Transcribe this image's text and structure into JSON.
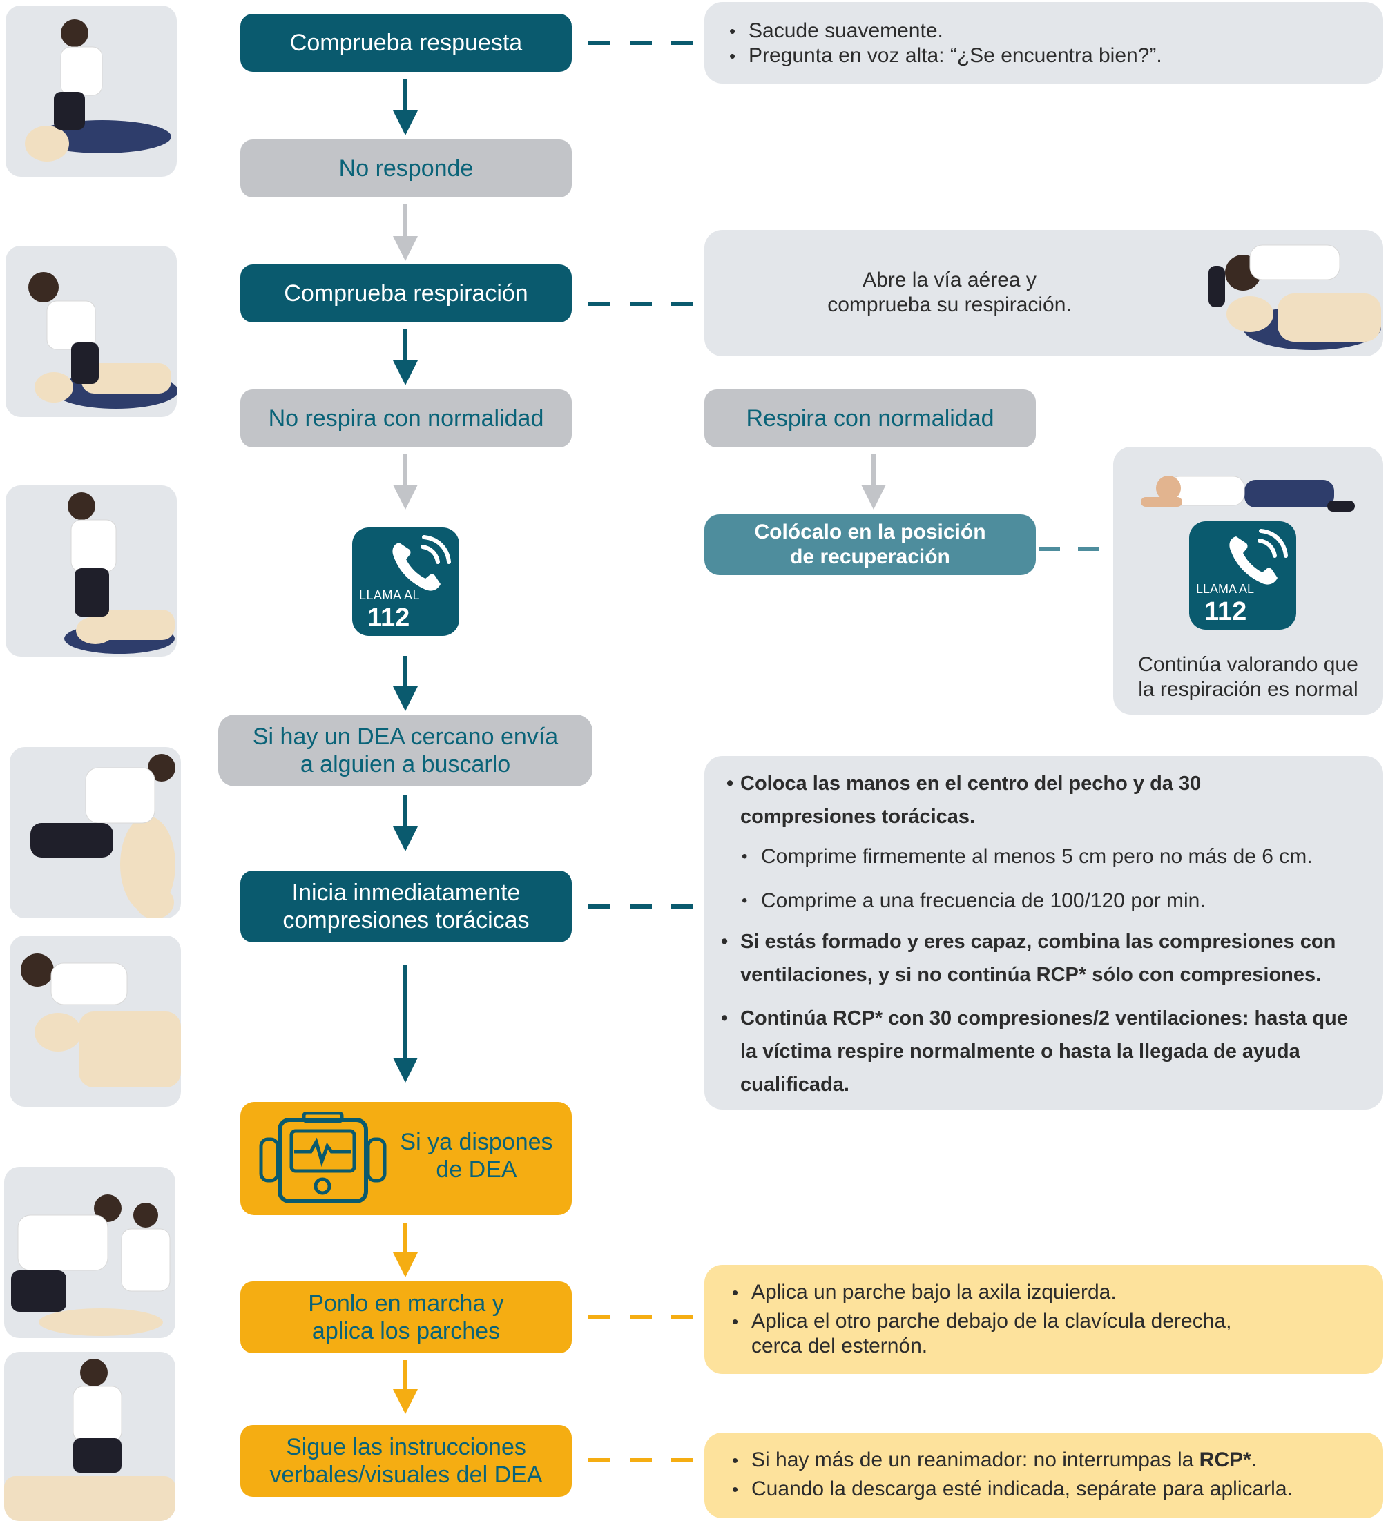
{
  "colors": {
    "teal": "#0a5a6e",
    "teal_mid": "#4e8d9d",
    "grey_box": "#c2c4c8",
    "note_grey": "#e3e6ea",
    "yellow": "#f5ad12",
    "note_yellow": "#fde29c"
  },
  "flow": {
    "check_response": "Comprueba respuesta",
    "no_response": "No responde",
    "check_breathing": "Comprueba respiración",
    "not_breathing_normally": "No respira con normalidad",
    "breathing_normally": "Respira con normalidad",
    "recovery_position": "Colócalo en la posición\nde recuperación",
    "call_label": "LLAMA AL",
    "call_number": "112",
    "send_for_aed": "Si hay un DEA cercano envía\na alguien a buscarlo",
    "start_compressions": "Inicia inmediatamente\ncompresiones torácicas",
    "if_aed": "Si ya dispones\nde DEA",
    "turn_on_aed": "Ponlo en marcha y\naplica los parches",
    "follow_aed": "Sigue las instrucciones\nverbales/visuales del DEA"
  },
  "notes": {
    "response": [
      "Sacude suavemente.",
      "Pregunta en voz alta: “¿Se encuentra bien?”."
    ],
    "airway": "Abre la vía aérea y\ncomprueba su respiración.",
    "recovery_call_label": "LLAMA AL",
    "recovery_call_number": "112",
    "recovery_text": "Continúa valorando que\nla respiración es normal",
    "compressions": {
      "hands": "Coloca las manos en el centro del pecho y da 30\ncompresiones torácicas.",
      "depth": "Comprime firmemente al menos 5 cm pero no más de 6 cm.",
      "rate": "Comprime a una frecuencia de 100/120 por min.",
      "trained": "Si estás formado y eres capaz, combina las compresiones con\nventilaciones, y si no continúa RCP* sólo con compresiones.",
      "continue": "Continúa RCP* con 30 compresiones/2 ventilaciones: hasta que\nla víctima respire normalmente o hasta la llegada de ayuda\ncualificada."
    },
    "pads": [
      "Aplica un parche bajo la axila izquierda.",
      "Aplica el otro parche debajo de la clavícula derecha,\ncerca del esternón."
    ],
    "rescuers_pre": "Si hay más de un reanimador: no interrumpas la ",
    "rescuers_bold": "RCP*",
    "rescuers_post": ".",
    "shock": "Cuando la descarga esté indicada, sepárate para aplicarla."
  },
  "icons": {
    "phone": "phone-icon",
    "aed": "defibrillator-icon"
  }
}
